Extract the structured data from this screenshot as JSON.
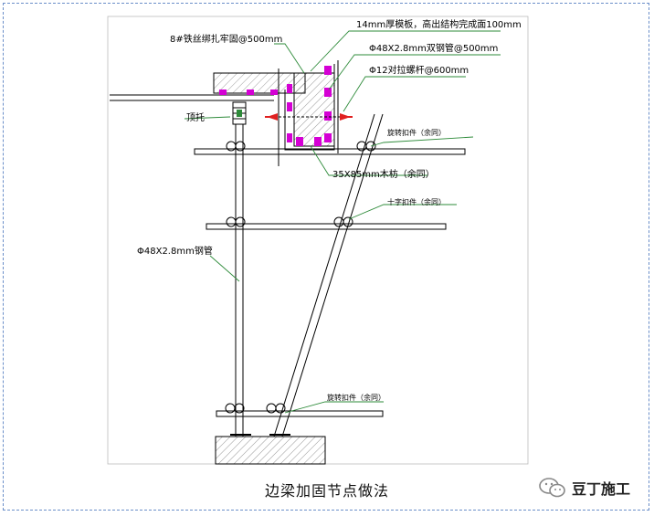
{
  "caption": "边梁加固节点做法",
  "brand": {
    "name": "豆丁施工",
    "icon": "wechat-icon"
  },
  "labels": {
    "tie_wire": "8#铁丝绑扎牢固@500mm",
    "form": "14mm厚模板，高出结构完成面100mm",
    "pipe_500": "Φ48X2.8mm双钢管@500mm",
    "bolt": "Φ12对拉螺杆@600mm",
    "jack": "顶托",
    "swivel_top": "旋转扣件（余同）",
    "timber": "35X85mm木枋（余同）",
    "cross": "十字扣件（余同）",
    "pipe": "Φ48X2.8mm钢管",
    "swivel_bottom": "旋转扣件（余同）"
  },
  "colors": {
    "line": "#000000",
    "leader": "#2e8b3a",
    "clamp": "#d400d4",
    "arrow": "#e02020",
    "frame": "#6b8fc9"
  }
}
